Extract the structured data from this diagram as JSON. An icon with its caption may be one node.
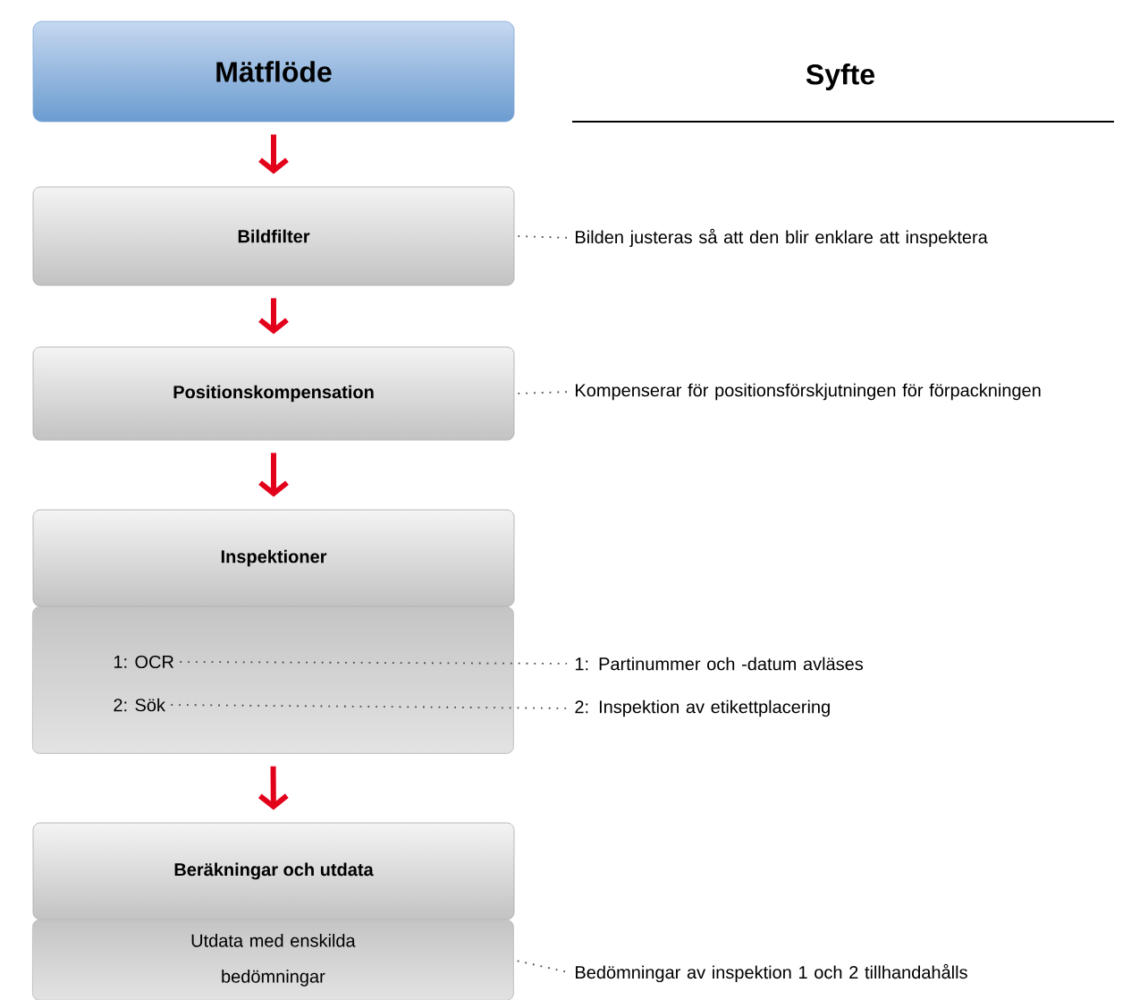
{
  "diagram": {
    "nodes": [
      {
        "text": [
          "Mätflöde"
        ]
      },
      {
        "text": [
          "Bildfilter"
        ]
      },
      {
        "text": [
          "Bilden justeras så att den blir enklare att inspektera"
        ]
      },
      {
        "text": [
          "Positionskompensation"
        ]
      },
      {
        "text": [
          "Kompenserar för positionsförskjutningen för förpackningen"
        ]
      },
      {
        "text": [
          "Inspektioner"
        ]
      },
      {
        "text": [],
        "shape": "box"
      },
      {
        "text": [
          "1: OCR"
        ],
        "in": 6
      },
      {
        "text": [
          "1: Partinummer och -datum avläses"
        ]
      },
      {
        "text": [
          "2: Sök"
        ],
        "in": 6
      },
      {
        "text": [
          "2: Inspektion av etikettplacering"
        ]
      },
      {
        "text": [
          "Beräkningar och utdata"
        ]
      },
      {
        "text": [
          "Utdata med enskilda bedömningar"
        ]
      },
      {
        "text": [
          "Bedömningar av inspektion 1 och 2 tillhandahålls"
        ]
      }
    ],
    "edges": [
      {
        "from": 0,
        "to": 1,
        "arrow": "to",
        "style": "thick",
        "color": "#e2001a"
      },
      {
        "from": 1,
        "to": 3,
        "arrow": "to",
        "style": "thick",
        "color": "#e2001a"
      },
      {
        "from": 3,
        "to": 5,
        "arrow": "to",
        "style": "thick",
        "color": "#e2001a"
      },
      {
        "from": 6,
        "to": 11,
        "arrow": "to",
        "style": "thick",
        "color": "#e2001a"
      },
      {
        "from": 1,
        "to": 2,
        "arrow": "none",
        "style": "dashed"
      },
      {
        "from": 3,
        "to": 4,
        "arrow": "none",
        "style": "dashed"
      },
      {
        "from": 7,
        "to": 8,
        "arrow": "none",
        "style": "dashed"
      },
      {
        "from": 9,
        "to": 10,
        "arrow": "none",
        "style": "dashed"
      },
      {
        "from": 12,
        "to": 13,
        "arrow": "none",
        "style": "dashed"
      }
    ],
    "labels": [
      "Syfte"
    ]
  }
}
